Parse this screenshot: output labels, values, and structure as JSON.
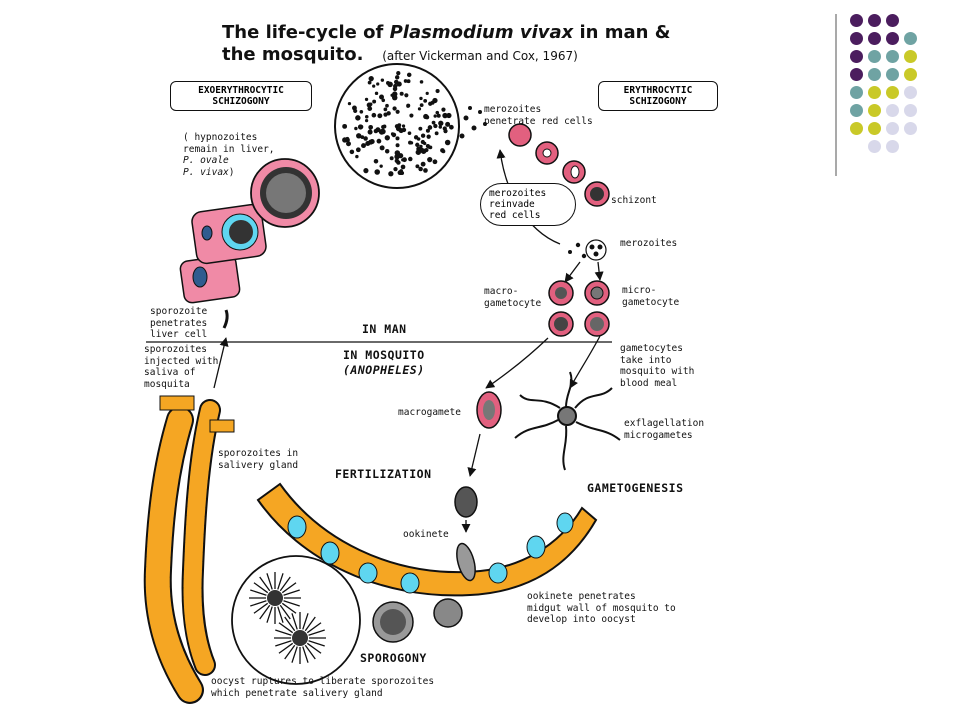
{
  "title": {
    "line1_pre": "The life-cycle of ",
    "line1_species": "Plasmodium vivax",
    "line1_post": " in man &",
    "line2": "the mosquito.",
    "citation": "(after Vickerman and Cox, 1967)"
  },
  "boxes": {
    "exo": "EXOERYTHROCYTIC\nSCHIZOGONY",
    "ery": "ERYTHROCYTIC\nSCHIZOGONY",
    "reinvade": "merozoites\nreinvade\nred cells"
  },
  "sections": {
    "in_man": "IN MAN",
    "in_mosquito": "IN MOSQUITO",
    "anopheles": "(ANOPHELES)",
    "fertilization": "FERTILIZATION",
    "gametogenesis": "GAMETOGENESIS",
    "sporogony": "SPOROGONY"
  },
  "labels": {
    "hypnozoites_1": "( hypnozoites",
    "hypnozoites_2": "remain in liver,",
    "hypnozoites_3": "P. ovale",
    "hypnozoites_4": "P. vivax",
    "hypnozoites_5": ")",
    "merozoites_penetrate": "merozoites\npenetrate red cells",
    "schizont": "schizont",
    "merozoites": "merozoites",
    "macro_gametocyte": "macro-\ngametocyte",
    "micro_gametocyte": "micro-\ngametocyte",
    "sporozoite_penetrates": "sporozoite\npenetrates\nliver cell",
    "sporozoites_injected": "sporozoites\ninjected with\nsaliva of\nmosquita",
    "gametocytes_taken": "gametocytes\ntake into\nmosquito with\nblood meal",
    "macrogamete": "macrogamete",
    "exflagellation": "exflagellation\nmicrogametes",
    "sporozoites_gland": "sporozoites in\nsalivery gland",
    "ookinete": "ookinete",
    "ookinete_penetrates": "ookinete penetrates\nmidgut wall of mosquito to\ndevelop into oocyst",
    "oocyst_ruptures": "oocyst ruptures to liberate sporozoites\nwhich penetrate salivery gland"
  },
  "colors": {
    "rbc_pink": "#e2607f",
    "liver_pink": "#f08aa6",
    "midgut_orange": "#f5a623",
    "nucleus_cyan": "#5fd6f0",
    "purple": "#4b1d5e",
    "teal": "#6fa3a3",
    "olive": "#c9c928",
    "lavender": "#d8d8ea"
  },
  "decoration": {
    "dot_grid_rows": [
      [
        "purple",
        "purple",
        "purple"
      ],
      [
        "purple",
        "purple",
        "purple",
        "teal"
      ],
      [
        "purple",
        "teal",
        "teal",
        "olive"
      ],
      [
        "purple",
        "teal",
        "teal",
        "olive"
      ],
      [
        "teal",
        "olive",
        "olive",
        "lavender"
      ],
      [
        "teal",
        "olive",
        "lavender",
        "lavender"
      ],
      [
        "olive",
        "olive",
        "lavender",
        "lavender"
      ],
      [
        "lavender",
        "lavender"
      ]
    ]
  }
}
